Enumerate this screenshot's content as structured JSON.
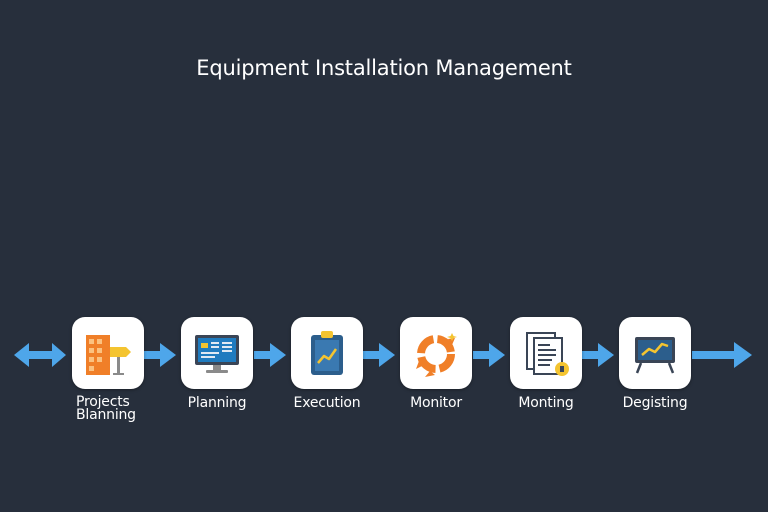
{
  "title": "Equipment Installation Management",
  "colors": {
    "background": "#272f3c",
    "arrow": "#4ea6ea",
    "card": "#ffffff"
  },
  "steps": [
    {
      "label": "Projects\nBlanning",
      "icon": "building-signpost-icon"
    },
    {
      "label": "Planning",
      "icon": "monitor-dashboard-icon"
    },
    {
      "label": "Execution",
      "icon": "clipboard-chart-icon"
    },
    {
      "label": "Monitor",
      "icon": "recycle-icon"
    },
    {
      "label": "Monting",
      "icon": "documents-lightbulb-icon"
    },
    {
      "label": "Degisting",
      "icon": "presentation-chart-icon"
    }
  ]
}
